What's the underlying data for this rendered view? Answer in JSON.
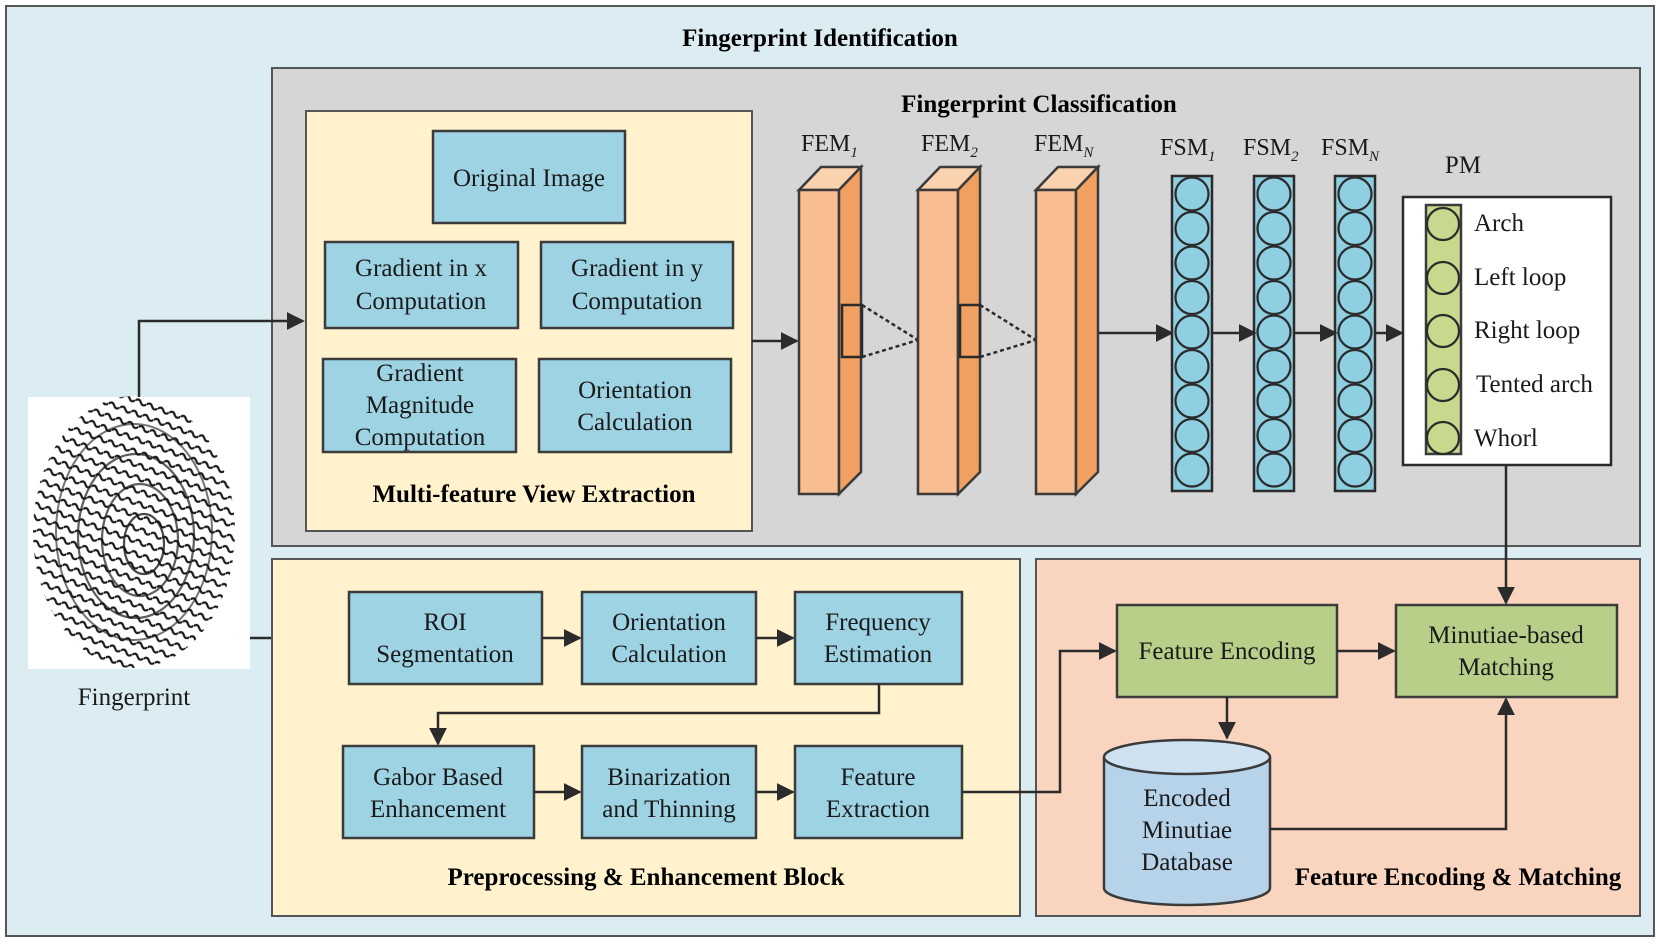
{
  "colors": {
    "outer_bg": "#dbedf2",
    "classification_bg": "#d6d6d6",
    "yellow_panel": "#fff2cc",
    "orange_panel": "#f9d5bf",
    "blue_box": "#9dd3e3",
    "green_box": "#b8cf8a",
    "fem_front": "#f9bd92",
    "fem_side": "#f0a060",
    "neuron": "#8ecfe1",
    "pm_neuron": "#c6d98c"
  },
  "outer_title": "Fingerprint Identification",
  "classification": {
    "title": "Fingerprint Classification",
    "fem_labels": [
      {
        "base": "FEM",
        "sub": "1"
      },
      {
        "base": "FEM",
        "sub": "2"
      },
      {
        "base": "FEM",
        "sub": "N"
      }
    ],
    "fsm_labels": [
      {
        "base": "FSM",
        "sub": "1"
      },
      {
        "base": "FSM",
        "sub": "2"
      },
      {
        "base": "FSM",
        "sub": "N"
      }
    ],
    "pm_label": "PM",
    "classes": [
      "Arch",
      "Left loop",
      "Right loop",
      "Tented arch",
      "Whorl"
    ]
  },
  "multi_feature": {
    "title": "Multi-feature View Extraction",
    "original_image": "Original Image",
    "gradient_x": [
      "Gradient in x",
      "Computation"
    ],
    "gradient_y": [
      "Gradient in y",
      "Computation"
    ],
    "gradient_magnitude": [
      "Gradient",
      "Magnitude",
      "Computation"
    ],
    "orientation": [
      "Orientation",
      "Calculation"
    ]
  },
  "fingerprint_label": "Fingerprint",
  "preprocessing": {
    "title": "Preprocessing & Enhancement Block",
    "roi": [
      "ROI",
      "Segmentation"
    ],
    "orientation": [
      "Orientation",
      "Calculation"
    ],
    "frequency": [
      "Frequency",
      "Estimation"
    ],
    "gabor": [
      "Gabor Based",
      "Enhancement"
    ],
    "binarization": [
      "Binarization",
      "and Thinning"
    ],
    "feature_extraction": [
      "Feature",
      "Extraction"
    ]
  },
  "encoding": {
    "title": "Feature Encoding & Matching",
    "feature_encoding": "Feature Encoding",
    "matching": [
      "Minutiae-based",
      "Matching"
    ],
    "database": [
      "Encoded",
      "Minutiae",
      "Database"
    ]
  }
}
